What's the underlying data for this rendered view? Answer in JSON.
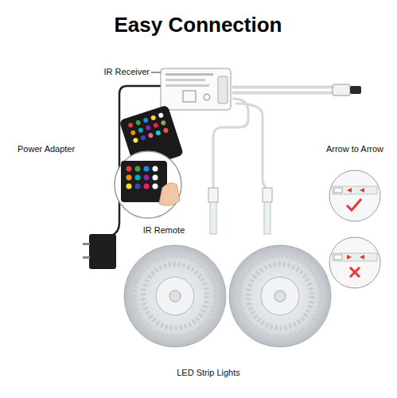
{
  "diagram": {
    "title": "Easy Connection",
    "labels": [
      "IR Receiver",
      "Power Adapter",
      "IR Remote",
      "Arrow to Arrow",
      "LED Strip Lights"
    ]
  }
}
